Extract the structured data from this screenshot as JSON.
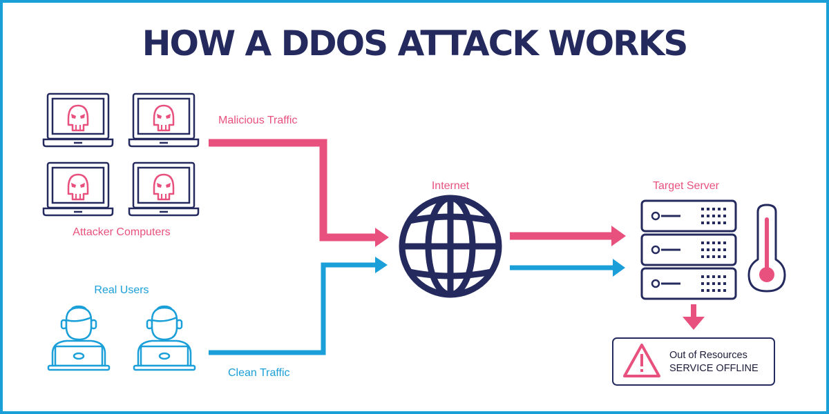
{
  "title": "HOW A DDOS ATTACK WORKS",
  "labels": {
    "attackers": "Attacker Computers",
    "malicious": "Malicious Traffic",
    "real_users": "Real Users",
    "clean": "Clean Traffic",
    "internet": "Internet",
    "target": "Target Server"
  },
  "status": {
    "line1": "Out of Resources",
    "line2": "SERVICE OFFLINE"
  },
  "colors": {
    "malicious": "#e8517e",
    "clean": "#1a9fd9",
    "dark": "#242a5e",
    "frame": "#1a9fd9"
  },
  "icons": {
    "attacker": "laptop-skull-icon",
    "user": "user-laptop-icon",
    "internet": "globe-icon",
    "server": "server-rack-icon",
    "temperature": "thermometer-icon",
    "warning": "warning-triangle-icon"
  }
}
